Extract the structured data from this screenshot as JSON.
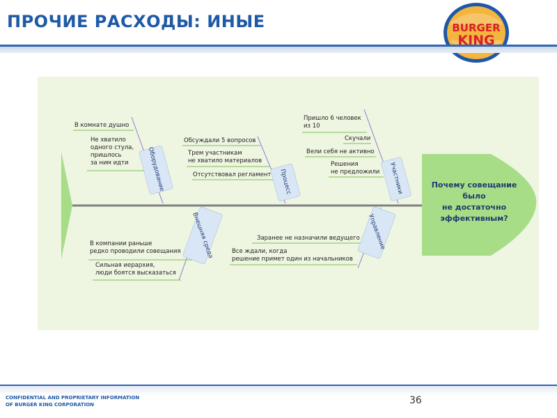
{
  "header": {
    "title": "ПРОЧИЕ РАСХОДЫ: ИНЫЕ",
    "logo_text_top": "BURGER",
    "logo_text_bottom": "KING"
  },
  "diagram": {
    "head": "Почему совещание\nбыло\nне достаточно\nэффективным?",
    "categories": {
      "equipment": "Оборудование",
      "process": "Процесс",
      "participants": "Участники",
      "environment": "Внешняя среда",
      "management": "Управление"
    },
    "causes": {
      "equipment_1": "В комнате душно",
      "equipment_2": "Не хватило\nодного стула,\nпришлось\nза ним идти",
      "process_1": "Обсуждали 5 вопросов",
      "process_2": "Трем участникам\nне хватило материалов",
      "process_3": "Отсутствовал регламент",
      "participants_1": "Пришло 6 человек\nиз 10",
      "participants_2": "Скучали",
      "participants_3": "Вели себя не активно",
      "participants_4": "Решения\nне предложили",
      "environment_1": "В компании раньше\nредко проводили совещания",
      "environment_2": "Сильная иерархия,\nлюди боятся высказаться",
      "management_1": "Заранее не назначили ведущего",
      "management_2": "Все ждали, когда\nрешение примет один из начальников"
    }
  },
  "footer": {
    "confidential": "CONFIDENTIAL AND PROPRIETARY INFORMATION\nOF BURGER KING CORPORATION",
    "page_number": "36"
  },
  "colors": {
    "title": "#1f5aa6",
    "panel": "#eef5e1",
    "head_fill": "#a8dd88",
    "bones": "#8a7fd0",
    "spine": "#808080",
    "underline": "#7cc158"
  }
}
